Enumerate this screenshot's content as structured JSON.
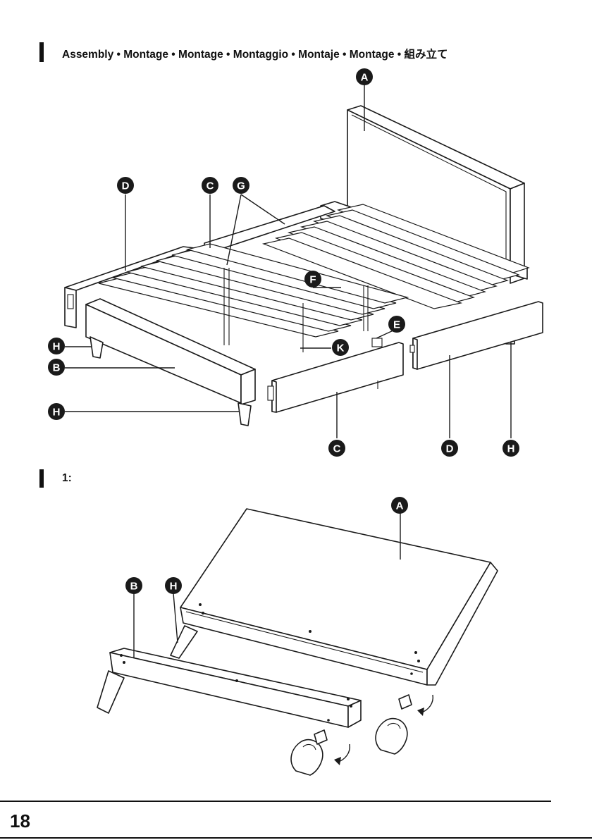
{
  "header": {
    "title": "Assembly • Montage • Montage • Montaggio • Montaje • Montage • 組み立て"
  },
  "step1": {
    "label": "1:"
  },
  "overview_labels": {
    "A": "A",
    "B": "B",
    "C": "C",
    "D": "D",
    "E": "E",
    "F": "F",
    "G": "G",
    "H": "H",
    "K": "K"
  },
  "step1_labels": {
    "A": "A",
    "B": "B",
    "H": "H"
  },
  "footer": {
    "page_number": "18"
  },
  "colors": {
    "ink": "#1a1a1a",
    "paper": "#ffffff"
  }
}
